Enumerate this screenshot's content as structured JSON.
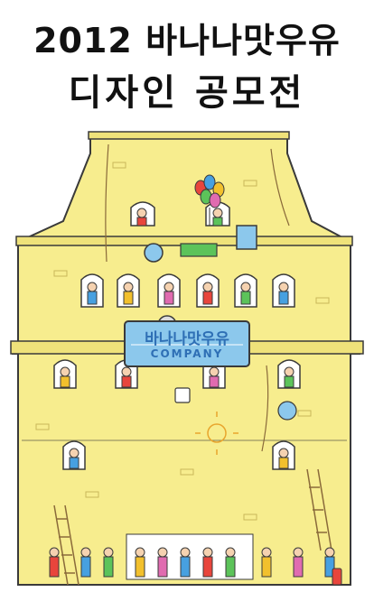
{
  "poster": {
    "title_line1": "2012 바나나맛우유",
    "title_line2": "디자인 공모전",
    "sign_title": "바나나맛우유",
    "sign_company": "COMPANY"
  },
  "colors": {
    "building_fill": "#f7ed8e",
    "outline": "#3a3a3a",
    "sign_blue": "#8cc8ec",
    "brick": "#e0d070"
  }
}
